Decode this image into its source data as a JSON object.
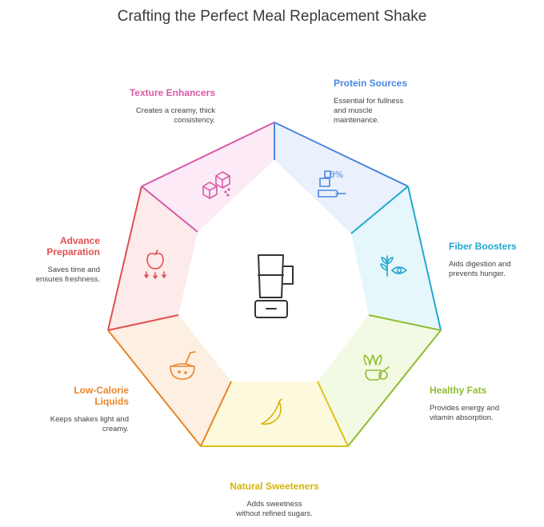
{
  "title": "Crafting the Perfect Meal Replacement Shake",
  "segments": [
    {
      "name": "Protein Sources",
      "line1": "Essential for fullness",
      "line2": "and muscle",
      "line3": "maintenance.",
      "color": "#4a86e0",
      "fill": "#eaf1fc",
      "icon": "protein-scoop-icon"
    },
    {
      "name": "Fiber Boosters",
      "line1": "Aids digestion and",
      "line2": "prevents hunger.",
      "line3": "",
      "color": "#22a9d0",
      "fill": "#e6f7fc",
      "icon": "grain-eye-icon"
    },
    {
      "name": "Healthy Fats",
      "line1": "Provides energy and",
      "line2": "vitamin absorption.",
      "line3": "",
      "color": "#8fbd30",
      "fill": "#f3fae3",
      "icon": "avocado-plant-icon"
    },
    {
      "name": "Natural Sweeteners",
      "line1": "Adds sweetness",
      "line2": "without refined sugars.",
      "line3": "",
      "color": "#e0c21a",
      "fill": "#fdf9dd",
      "icon": "banana-icon"
    },
    {
      "name": "Low-Calorie Liquids",
      "line1": "Keeps shakes light and",
      "line2": "creamy.",
      "line3": "",
      "color": "#e8852a",
      "fill": "#fdefe2",
      "icon": "coconut-drink-icon"
    },
    {
      "name": "Advance Preparation",
      "line1": "Saves time and",
      "line2": "ensures freshness.",
      "line3": "",
      "color": "#e05050",
      "fill": "#fdeaea",
      "icon": "apple-arrows-icon"
    },
    {
      "name": "Texture Enhancers",
      "line1": "Creates a creamy, thick",
      "line2": "consistency.",
      "line3": "",
      "color": "#d85aa8",
      "fill": "#fcebf6",
      "icon": "ice-cubes-icon"
    }
  ],
  "center": {
    "icon": "blender-icon"
  }
}
